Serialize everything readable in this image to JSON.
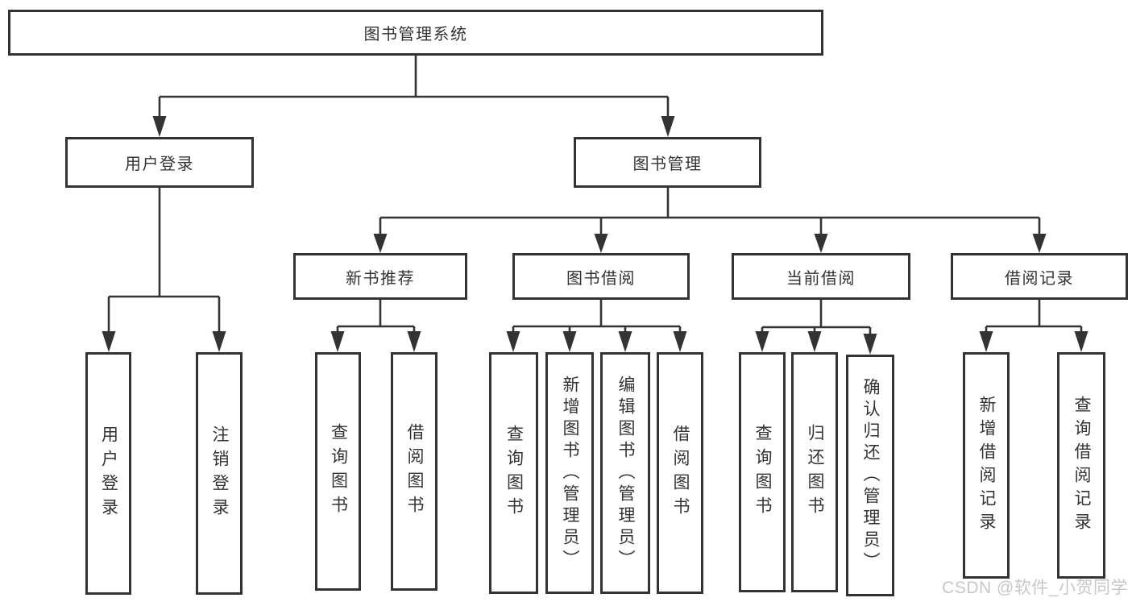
{
  "tree": {
    "label": "图书管理系统",
    "children": [
      {
        "label": "用户登录",
        "children": [
          {
            "label": "用户登录"
          },
          {
            "label": "注销登录"
          }
        ]
      },
      {
        "label": "图书管理",
        "children": [
          {
            "label": "新书推荐",
            "children": [
              {
                "label": "查询图书"
              },
              {
                "label": "借阅图书"
              }
            ]
          },
          {
            "label": "图书借阅",
            "children": [
              {
                "label": "查询图书"
              },
              {
                "label": "新增图书（管理员）"
              },
              {
                "label": "编辑图书（管理员）"
              },
              {
                "label": "借阅图书"
              }
            ]
          },
          {
            "label": "当前借阅",
            "children": [
              {
                "label": "查询图书"
              },
              {
                "label": "归还图书"
              },
              {
                "label": "确认归还（管理员）"
              }
            ]
          },
          {
            "label": "借阅记录",
            "children": [
              {
                "label": "新增借阅记录"
              },
              {
                "label": "查询借阅记录"
              }
            ]
          }
        ]
      }
    ]
  },
  "watermark": {
    "text": "CSDN @软件_小贺同学"
  },
  "colors": {
    "line": "#333333",
    "box_border": "#333333",
    "box_background": "#ffffff",
    "watermark": "#c7c7c9"
  }
}
